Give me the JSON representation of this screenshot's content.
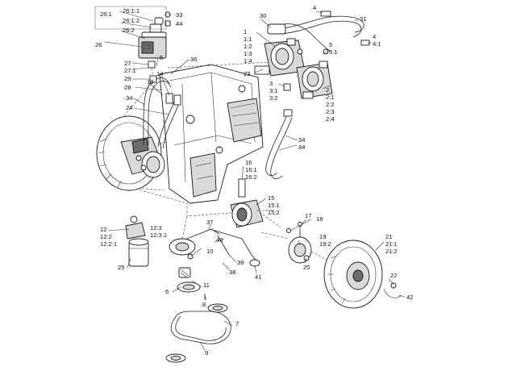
{
  "labels": [
    {
      "text": "26:1"
    },
    {
      "text": "26:1:1"
    },
    {
      "text": "26:1:2"
    },
    {
      "text": "26:2"
    },
    {
      "text": "26"
    },
    {
      "text": "33"
    },
    {
      "text": "44"
    },
    {
      "text": "27"
    },
    {
      "text": "27:1"
    },
    {
      "text": "5"
    },
    {
      "text": "36"
    },
    {
      "text": "28"
    },
    {
      "text": "29"
    },
    {
      "text": "13"
    },
    {
      "text": "14"
    },
    {
      "text": "34"
    },
    {
      "text": "24"
    },
    {
      "text": "30"
    },
    {
      "text": "4"
    },
    {
      "text": "31"
    },
    {
      "text": "4"
    },
    {
      "text": "4:1"
    },
    {
      "text": "1"
    },
    {
      "text": "1:1"
    },
    {
      "text": "1:2"
    },
    {
      "text": "1:3"
    },
    {
      "text": "1:4"
    },
    {
      "text": "5"
    },
    {
      "text": "5:1"
    },
    {
      "text": "23"
    },
    {
      "text": "3"
    },
    {
      "text": "3:1"
    },
    {
      "text": "3:2"
    },
    {
      "text": "2"
    },
    {
      "text": "2:1"
    },
    {
      "text": "2:2"
    },
    {
      "text": "2:3"
    },
    {
      "text": "2:4"
    },
    {
      "text": "34"
    },
    {
      "text": "34"
    },
    {
      "text": "16"
    },
    {
      "text": "16:1"
    },
    {
      "text": "16:2"
    },
    {
      "text": "15"
    },
    {
      "text": "15:1"
    },
    {
      "text": "15:2"
    },
    {
      "text": "17"
    },
    {
      "text": "18"
    },
    {
      "text": "37"
    },
    {
      "text": "12"
    },
    {
      "text": "12:2"
    },
    {
      "text": "12:2:1"
    },
    {
      "text": "12:3"
    },
    {
      "text": "12:3:1"
    },
    {
      "text": "40"
    },
    {
      "text": "19"
    },
    {
      "text": "19:2"
    },
    {
      "text": "21"
    },
    {
      "text": "21:1"
    },
    {
      "text": "21:2"
    },
    {
      "text": "25"
    },
    {
      "text": "10"
    },
    {
      "text": "39"
    },
    {
      "text": "38"
    },
    {
      "text": "41"
    },
    {
      "text": "20"
    },
    {
      "text": "22"
    },
    {
      "text": "42"
    },
    {
      "text": "11"
    },
    {
      "text": "6"
    },
    {
      "text": "8"
    },
    {
      "text": "7"
    },
    {
      "text": "9"
    }
  ]
}
